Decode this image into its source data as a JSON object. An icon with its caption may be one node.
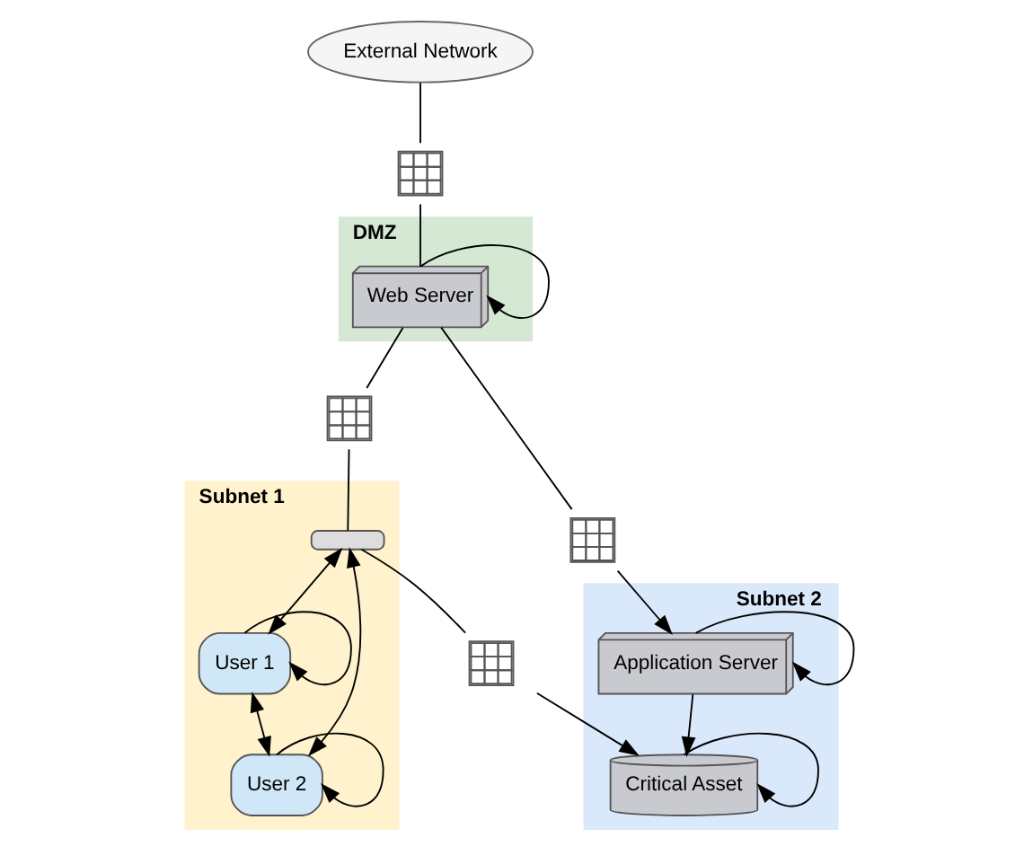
{
  "diagram": {
    "nodes": [
      {
        "text": [
          "External Network"
        ]
      },
      {
        "text": [],
        "shape": "firewall"
      },
      {
        "text": [
          "Subnet 2"
        ]
      },
      {
        "text": [
          "Application Server"
        ],
        "in": 2
      },
      {
        "text": [
          "Critical Asset"
        ],
        "in": 2
      },
      {
        "text": [],
        "shape": "firewall"
      },
      {
        "text": [
          "DMZ"
        ]
      },
      {
        "text": [
          "Web Server"
        ],
        "in": 6
      },
      {
        "text": [],
        "shape": "firewall"
      },
      {
        "text": [
          "Subnet 1"
        ]
      },
      {
        "text": [],
        "shape": "firewall"
      },
      {
        "text": [],
        "shape": "switch",
        "in": 9
      },
      {
        "text": [
          "User 1"
        ],
        "in": 9
      },
      {
        "text": [
          "User 2"
        ],
        "in": 9
      }
    ],
    "edges": [
      {
        "from": 0,
        "to": 1,
        "arrow": "none"
      },
      {
        "from": 1,
        "to": 7,
        "arrow": "none"
      },
      {
        "from": 7,
        "to": 7,
        "arrow": "to"
      },
      {
        "from": 7,
        "to": 5,
        "arrow": "none"
      },
      {
        "from": 5,
        "to": 3,
        "arrow": "to"
      },
      {
        "from": 3,
        "to": 3,
        "arrow": "to"
      },
      {
        "from": 4,
        "to": 4,
        "arrow": "to"
      },
      {
        "from": 3,
        "to": 4,
        "arrow": "to"
      },
      {
        "from": 7,
        "to": 10,
        "arrow": "none"
      },
      {
        "from": 10,
        "to": 11,
        "arrow": "none"
      },
      {
        "from": 11,
        "to": 8,
        "arrow": "none"
      },
      {
        "from": 8,
        "to": 4,
        "arrow": "to"
      },
      {
        "from": 11,
        "to": 12,
        "arrow": "both"
      },
      {
        "from": 11,
        "to": 13,
        "arrow": "both"
      },
      {
        "from": 12,
        "to": 13,
        "arrow": "both"
      },
      {
        "from": 12,
        "to": 12,
        "arrow": "to"
      },
      {
        "from": 13,
        "to": 13,
        "arrow": "to"
      }
    ]
  }
}
